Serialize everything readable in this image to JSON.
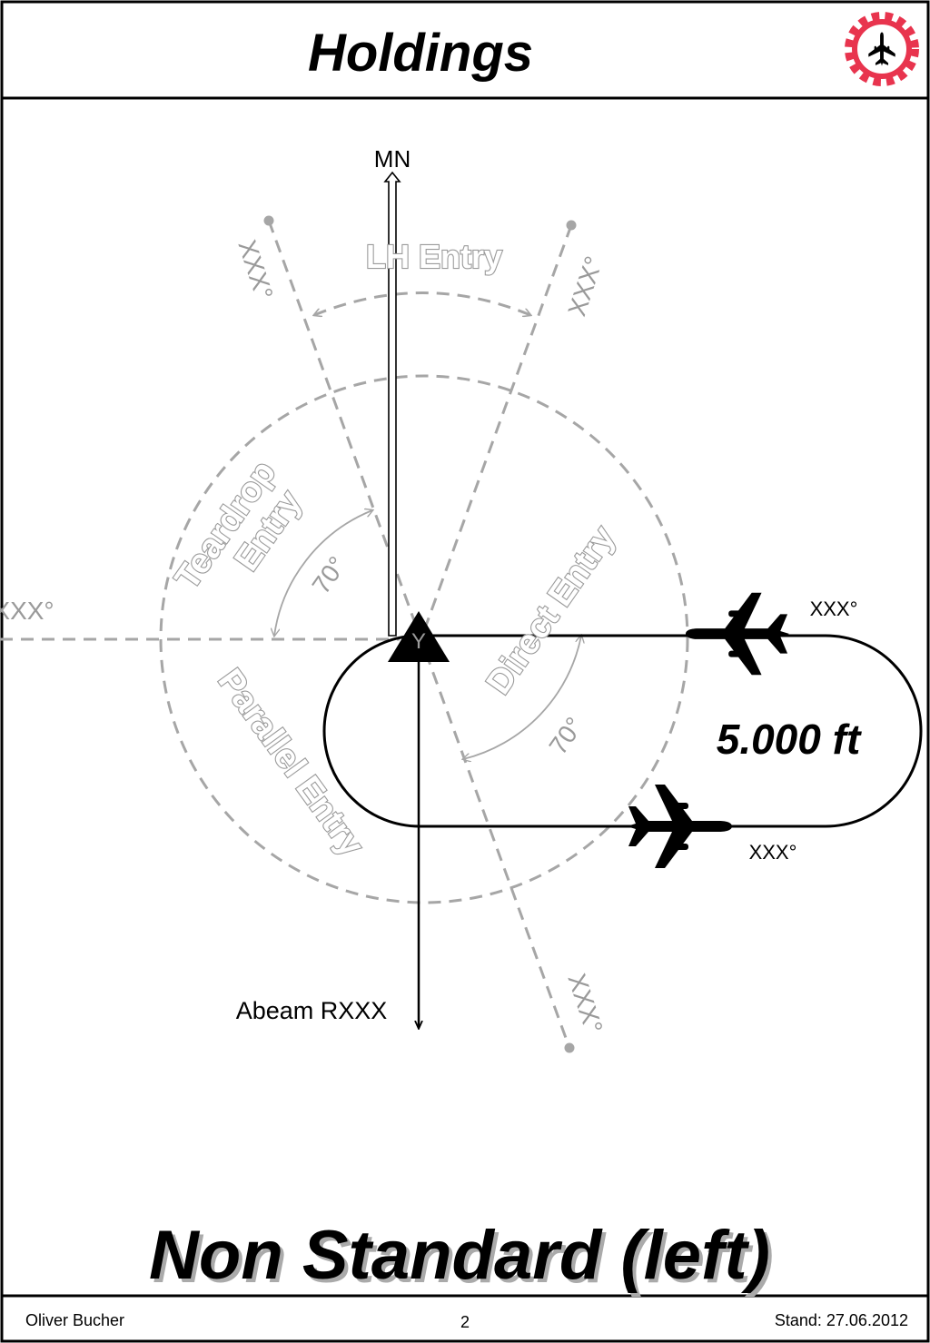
{
  "header": {
    "title": "Holdings",
    "logo_icon": "gear-airplane-logo-icon"
  },
  "diagram": {
    "north_label": "MN",
    "sectors": {
      "lh": "LH Entry",
      "teardrop_line1": "Teardrop",
      "teardrop_line2": "Entry",
      "direct": "Direct Entry",
      "parallel": "Parallel Entry"
    },
    "angle_teardrop": "70°",
    "angle_direct": "70°",
    "radials": {
      "upper_left": "XXX°",
      "upper_right": "XXX°",
      "left": "XXX°",
      "lower": "XXX°"
    },
    "track_inbound": "XXX°",
    "track_outbound": "XXX°",
    "fix_letter": "Y",
    "altitude": "5.000 ft",
    "abeam": "Abeam RXXX",
    "colors": {
      "guide": "#a6a6a6",
      "frame": "#000000",
      "logo": "#e8344e"
    }
  },
  "footer": {
    "subtitle": "Non Standard (left)",
    "author": "Oliver Bucher",
    "page": "2",
    "date": "Stand: 27.06.2012"
  }
}
